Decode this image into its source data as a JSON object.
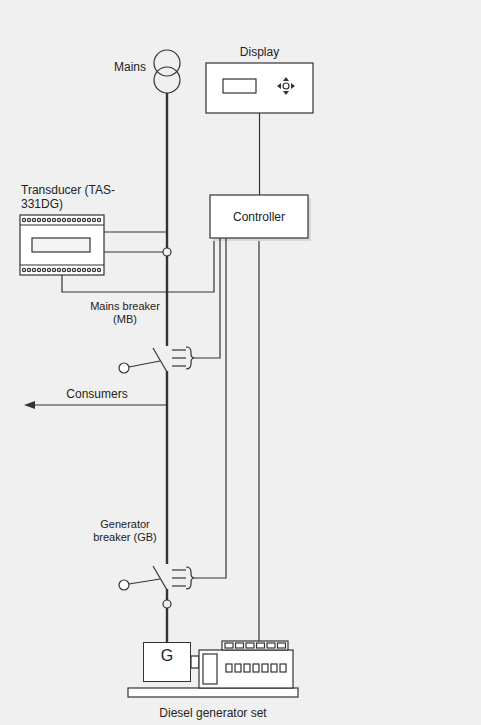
{
  "diagram": {
    "nodes": [
      {
        "text": [
          "Mains"
        ]
      },
      {
        "text": [
          "Display"
        ]
      },
      {
        "text": [
          "Transducer (TAS-331DG)"
        ]
      },
      {
        "text": [
          "Controller"
        ]
      },
      {
        "text": [
          "Diesel generator set"
        ]
      },
      {
        "text": [
          "G"
        ],
        "in": 4
      }
    ],
    "edges": [
      {
        "from": 0,
        "to": 5,
        "arrow": "none"
      },
      {
        "from": 1,
        "to": 3,
        "arrow": "none"
      },
      {
        "from": 2,
        "to": 3,
        "arrow": "none"
      },
      {
        "from": 3,
        "to": 4,
        "arrow": "none"
      }
    ],
    "labels": [
      "Mains breaker (MB)",
      "Consumers",
      "Generator breaker (GB)"
    ]
  }
}
